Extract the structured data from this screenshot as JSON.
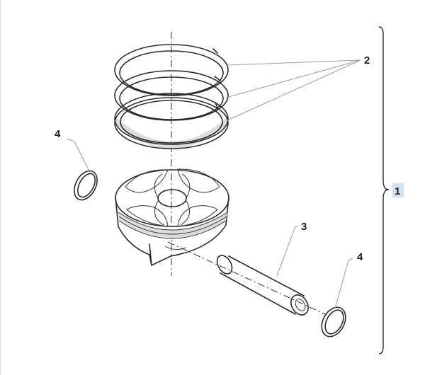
{
  "callouts": {
    "rings": "2",
    "circlip_left": "4",
    "pin": "3",
    "circlip_right": "4",
    "assembly": "1"
  },
  "colors": {
    "line": "#2a2a2a",
    "leader": "#9b9b9b",
    "highlight": "#cfe3f3"
  }
}
